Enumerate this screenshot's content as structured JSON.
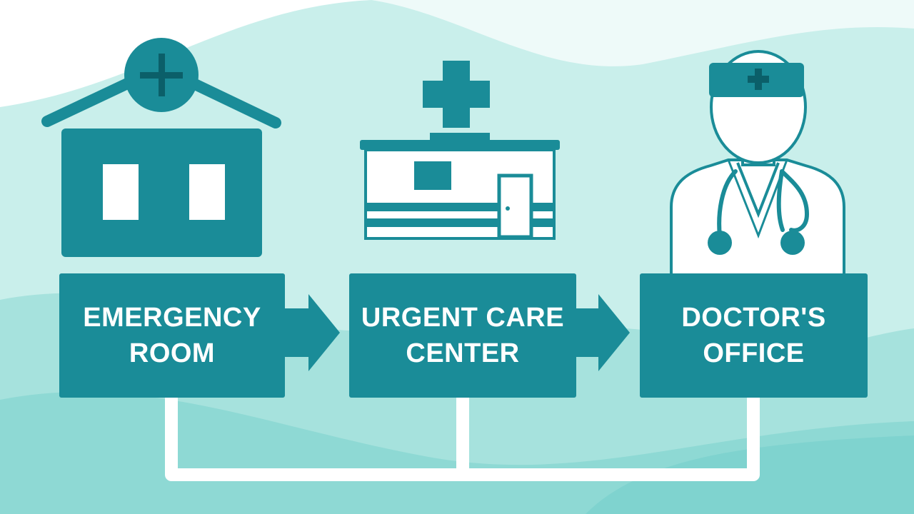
{
  "colors": {
    "primary": "#1a8c98",
    "primary_dark": "#0f6f7b",
    "background_light": "#c9efeb",
    "background_mid": "#a6e2dd",
    "background_deep": "#7fd3cf",
    "connector": "#ffffff"
  },
  "nodes": [
    {
      "id": "er",
      "label": "EMERGENCY\nROOM",
      "icon": "hospital-building-icon"
    },
    {
      "id": "uc",
      "label": "URGENT CARE\nCENTER",
      "icon": "clinic-building-icon"
    },
    {
      "id": "doc",
      "label": "DOCTOR'S\nOFFICE",
      "icon": "doctor-icon"
    }
  ],
  "edges": [
    {
      "from": "er",
      "to": "uc",
      "type": "arrow"
    },
    {
      "from": "uc",
      "to": "doc",
      "type": "arrow"
    }
  ],
  "connector": {
    "type": "bracket",
    "links": [
      "er",
      "uc",
      "doc"
    ]
  }
}
